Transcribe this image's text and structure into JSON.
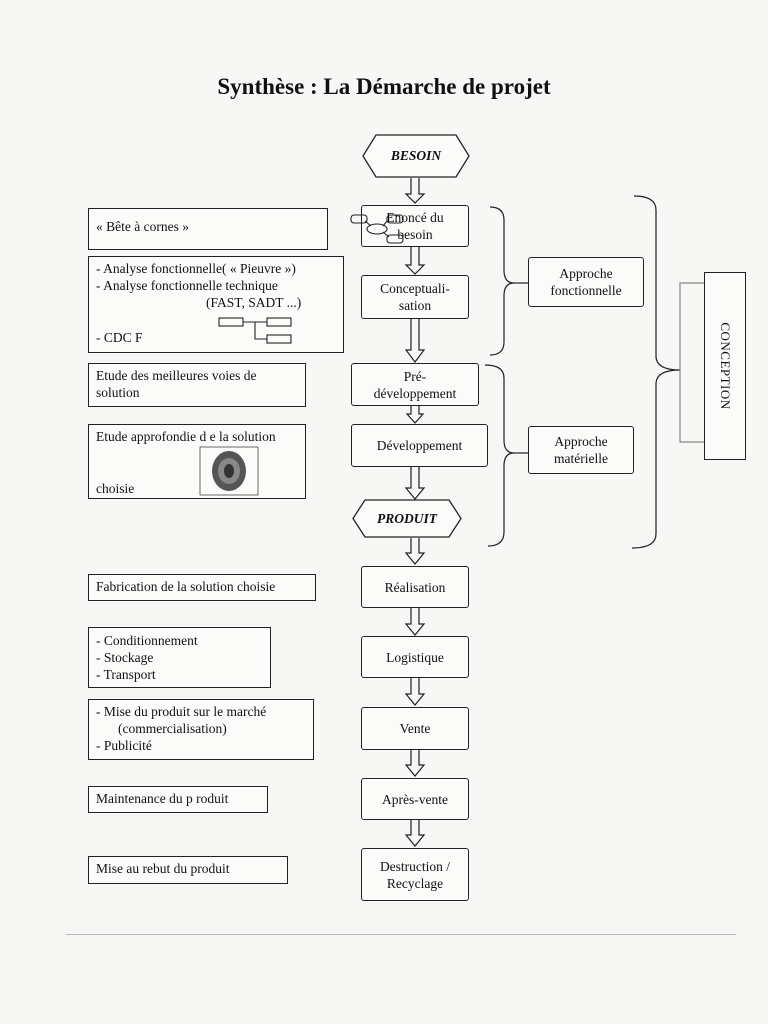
{
  "title": "Synthèse : La Démarche de projet",
  "flow": {
    "besoin": "BESOIN",
    "enonce": [
      "Enoncé du",
      "besoin"
    ],
    "conceptualisation": [
      "Conceptuali-",
      "sation"
    ],
    "predeveloppement": [
      "Pré-",
      "développement"
    ],
    "developpement": "Développement",
    "produit": "PRODUIT",
    "realisation": "Réalisation",
    "logistique": "Logistique",
    "vente": "Vente",
    "apres_vente": "Après-vente",
    "destruction": [
      "Destruction /",
      "Recyclage"
    ]
  },
  "approches": {
    "fonctionnelle": [
      "Approche",
      "fonctionnelle"
    ],
    "materielle": [
      "Approche",
      "matérielle"
    ]
  },
  "conception": "CONCEPTION",
  "left": {
    "bete": "«   Bête   à cornes »",
    "analyse": {
      "line1": "-   Analyse fonctionnelle( « Pieuvre »)",
      "line2": "-   Analyse fonctionnelle technique",
      "line3": "(FAST, SADT ...)",
      "line4": "-   CDC F"
    },
    "etude_voies": [
      "Etude des meilleures voies de",
      "solution"
    ],
    "etude_approfondie": [
      "Etude approfondie d e la solution",
      "choisie"
    ],
    "fabrication": "Fabrication de la solution choisie",
    "logistique_items": [
      "-   Conditionnement",
      "-   Stockage",
      "-   Transport"
    ],
    "marche": {
      "line1": "-   Mise du produit sur le marché",
      "line2": "(commercialisation)",
      "line3": "-   Publicité"
    },
    "maintenance": "Maintenance du p roduit",
    "rebut": "Mise au rebut du produit"
  }
}
